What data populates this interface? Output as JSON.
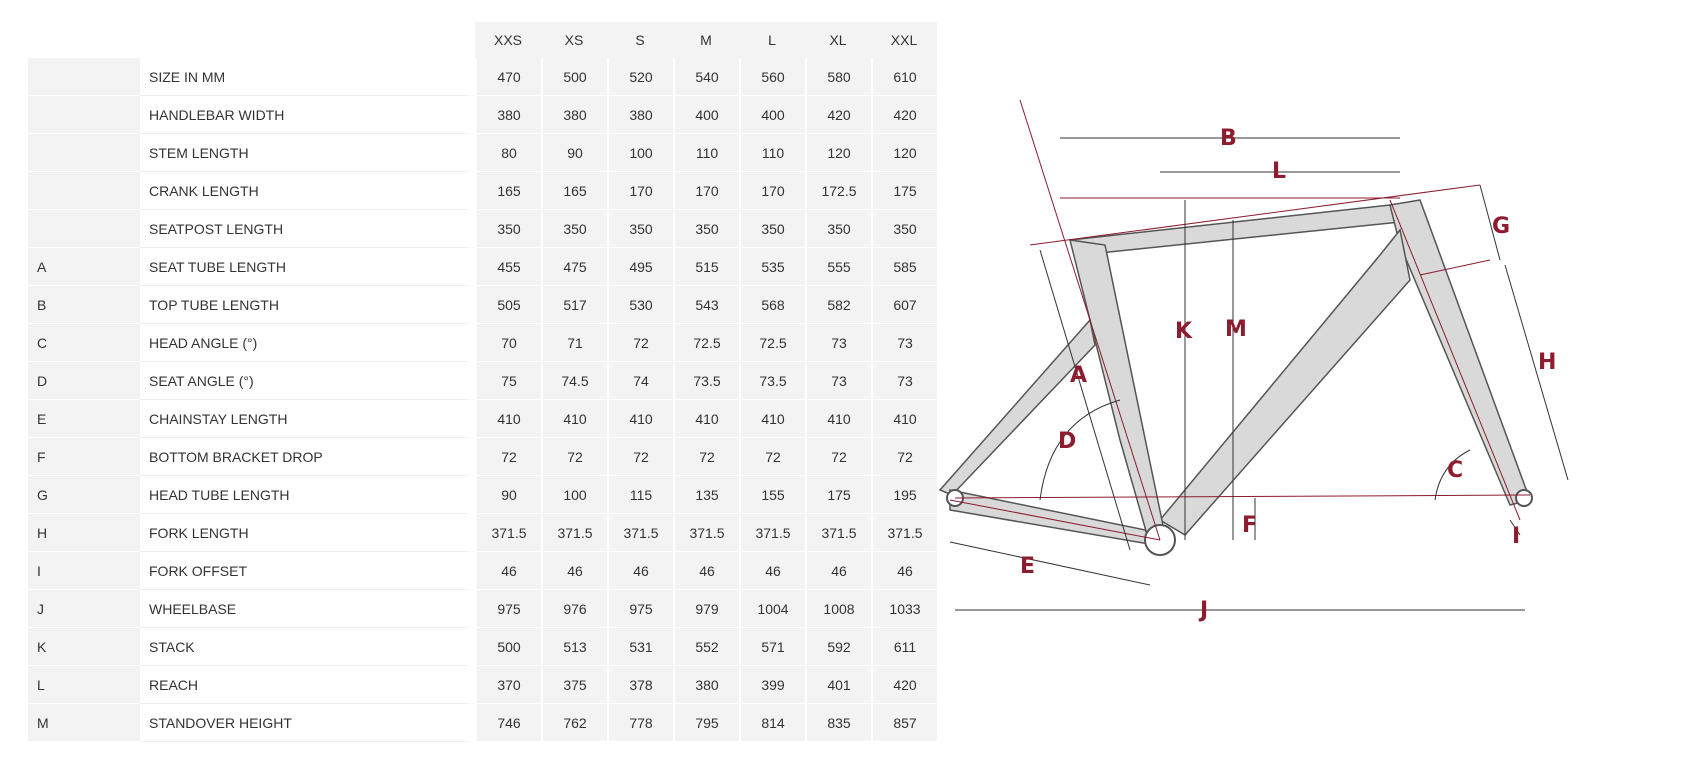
{
  "table": {
    "sizes": [
      "XXS",
      "XS",
      "S",
      "M",
      "L",
      "XL",
      "XXL"
    ],
    "rows": [
      {
        "key": "",
        "label": "SIZE IN MM",
        "values": [
          "470",
          "500",
          "520",
          "540",
          "560",
          "580",
          "610"
        ]
      },
      {
        "key": "",
        "label": "HANDLEBAR WIDTH",
        "values": [
          "380",
          "380",
          "380",
          "400",
          "400",
          "420",
          "420"
        ]
      },
      {
        "key": "",
        "label": "STEM LENGTH",
        "values": [
          "80",
          "90",
          "100",
          "110",
          "110",
          "120",
          "120"
        ]
      },
      {
        "key": "",
        "label": "CRANK LENGTH",
        "values": [
          "165",
          "165",
          "170",
          "170",
          "170",
          "172.5",
          "175"
        ]
      },
      {
        "key": "",
        "label": "SEATPOST LENGTH",
        "values": [
          "350",
          "350",
          "350",
          "350",
          "350",
          "350",
          "350"
        ]
      },
      {
        "key": "A",
        "label": "SEAT TUBE LENGTH",
        "values": [
          "455",
          "475",
          "495",
          "515",
          "535",
          "555",
          "585"
        ]
      },
      {
        "key": "B",
        "label": "TOP TUBE LENGTH",
        "values": [
          "505",
          "517",
          "530",
          "543",
          "568",
          "582",
          "607"
        ]
      },
      {
        "key": "C",
        "label": "HEAD ANGLE (°)",
        "values": [
          "70",
          "71",
          "72",
          "72.5",
          "72.5",
          "73",
          "73"
        ]
      },
      {
        "key": "D",
        "label": "SEAT ANGLE (°)",
        "values": [
          "75",
          "74.5",
          "74",
          "73.5",
          "73.5",
          "73",
          "73"
        ]
      },
      {
        "key": "E",
        "label": "CHAINSTAY LENGTH",
        "values": [
          "410",
          "410",
          "410",
          "410",
          "410",
          "410",
          "410"
        ]
      },
      {
        "key": "F",
        "label": "BOTTOM BRACKET DROP",
        "values": [
          "72",
          "72",
          "72",
          "72",
          "72",
          "72",
          "72"
        ]
      },
      {
        "key": "G",
        "label": "HEAD TUBE LENGTH",
        "values": [
          "90",
          "100",
          "115",
          "135",
          "155",
          "175",
          "195"
        ]
      },
      {
        "key": "H",
        "label": "FORK LENGTH",
        "values": [
          "371.5",
          "371.5",
          "371.5",
          "371.5",
          "371.5",
          "371.5",
          "371.5"
        ]
      },
      {
        "key": "I",
        "label": "FORK OFFSET",
        "values": [
          "46",
          "46",
          "46",
          "46",
          "46",
          "46",
          "46"
        ]
      },
      {
        "key": "J",
        "label": "WHEELBASE",
        "values": [
          "975",
          "976",
          "975",
          "979",
          "1004",
          "1008",
          "1033"
        ]
      },
      {
        "key": "K",
        "label": "STACK",
        "values": [
          "500",
          "513",
          "531",
          "552",
          "571",
          "592",
          "611"
        ]
      },
      {
        "key": "L",
        "label": "REACH",
        "values": [
          "370",
          "375",
          "378",
          "380",
          "399",
          "401",
          "420"
        ]
      },
      {
        "key": "M",
        "label": "STANDOVER HEIGHT",
        "values": [
          "746",
          "762",
          "778",
          "795",
          "814",
          "835",
          "857"
        ]
      }
    ]
  },
  "diagram": {
    "labels": {
      "A": "A",
      "B": "B",
      "C": "C",
      "D": "D",
      "E": "E",
      "F": "F",
      "G": "G",
      "H": "H",
      "I": "I",
      "J": "J",
      "K": "K",
      "L": "L",
      "M": "M"
    },
    "accent": "#8c1c2e",
    "frame_fill": "#d9d9d9",
    "frame_stroke": "#555555"
  }
}
